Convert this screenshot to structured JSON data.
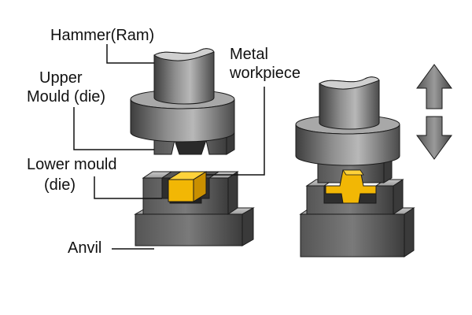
{
  "labels": {
    "hammer": "Hammer(Ram)",
    "metal_line1": "Metal",
    "metal_line2": "workpiece",
    "upper_line1": "Upper",
    "upper_line2": "Mould (die)",
    "lower_line1": "Lower mould",
    "lower_line2": "(die)",
    "anvil": "Anvil"
  },
  "colors": {
    "metal_dark": "#4a4a4a",
    "metal_mid": "#6b6b6b",
    "metal_light": "#9a9a9a",
    "metal_highlight": "#c4c4c4",
    "workpiece": "#f2b705",
    "workpiece_dark": "#c98f00",
    "outline": "#1a1a1a"
  },
  "icons": {
    "motion": "up-down-arrows-icon"
  }
}
